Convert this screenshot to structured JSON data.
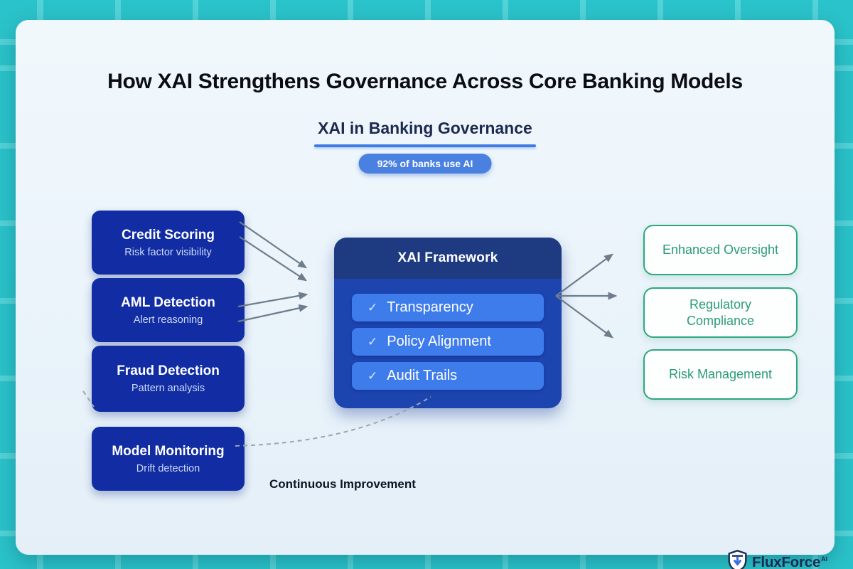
{
  "header": {
    "title": "How XAI Strengthens Governance Across Core Banking Models",
    "subtitle": "XAI in Banking Governance",
    "badge": "92% of banks use AI"
  },
  "left_models": [
    {
      "title": "Credit Scoring",
      "subtitle": "Risk factor visibility"
    },
    {
      "title": "AML Detection",
      "subtitle": "Alert reasoning"
    },
    {
      "title": "Fraud Detection",
      "subtitle": "Pattern analysis"
    },
    {
      "title": "Model Monitoring",
      "subtitle": "Drift detection"
    }
  ],
  "framework": {
    "title": "XAI Framework",
    "check_icon": "✓",
    "items": [
      "Transparency",
      "Policy Alignment",
      "Audit Trails"
    ]
  },
  "outcomes": [
    "Enhanced Oversight",
    "Regulatory Compliance",
    "Risk Management"
  ],
  "loop_label": "Continuous Improvement",
  "brand": {
    "name": "FluxForce",
    "suffix": "AI"
  },
  "colors": {
    "background_teal": "#2bc3cb",
    "grid_line": "#53d3d8",
    "card": "#eaf4fa",
    "model_box_blue": "#122da3",
    "framework_header": "#1e3a80",
    "framework_body": "#1c45b0",
    "framework_item": "#3f7ceb",
    "badge_blue": "#4a80e0",
    "underline_blue": "#3f7be0",
    "outcome_green": "#2b9c76",
    "arrow_gray": "#6e7c8c",
    "dashed_gray": "#9aa6b2",
    "brand_navy": "#1b2a55"
  }
}
